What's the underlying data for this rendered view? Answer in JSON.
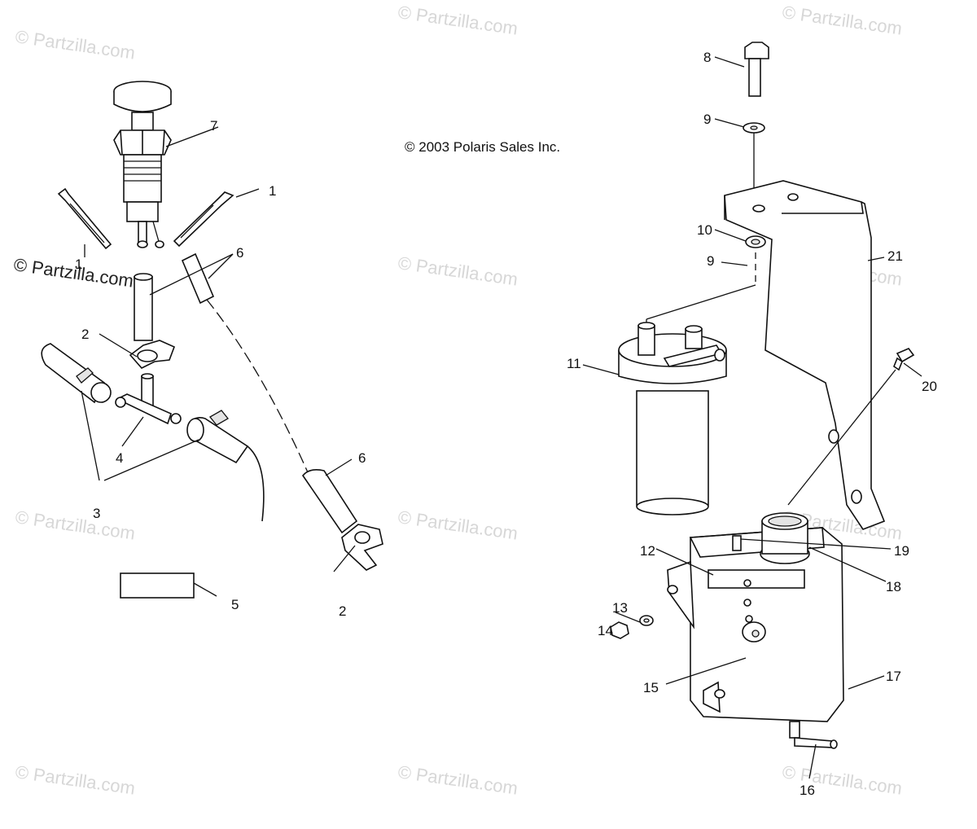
{
  "copyright": "© 2003 Polaris Sales Inc.",
  "watermark": "© Partzilla.com",
  "callouts": {
    "c1a": "1",
    "c1b": "1",
    "c2a": "2",
    "c2b": "2",
    "c3": "3",
    "c4": "4",
    "c5": "5",
    "c6a": "6",
    "c6b": "6",
    "c7": "7",
    "c8": "8",
    "c9a": "9",
    "c9b": "9",
    "c10": "10",
    "c11": "11",
    "c12": "12",
    "c13": "13",
    "c14": "14",
    "c15": "15",
    "c16": "16",
    "c17": "17",
    "c18": "18",
    "c19": "19",
    "c20": "20",
    "c21": "21"
  }
}
